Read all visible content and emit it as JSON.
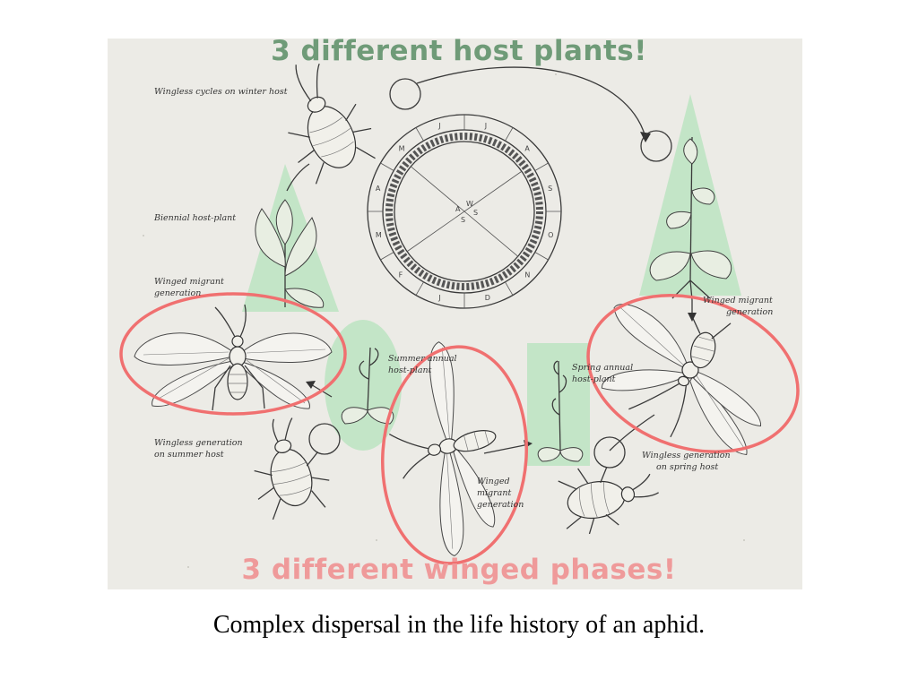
{
  "headline_top": {
    "text": "3 different host plants!",
    "color": "#6f9b78"
  },
  "headline_bottom": {
    "text": "3 different winged phases!",
    "color": "#ef9a9a"
  },
  "caption": "Complex dispersal in the life history of an aphid.",
  "highlight_colors": {
    "plant_overlay": "#b9e3bf",
    "ellipse_outline": "#f07070"
  },
  "labels": {
    "wingless_winter": "Wingless cycles on winter host",
    "biennial_host": "Biennial host-plant",
    "winged_migrant_left_1": "Winged migrant",
    "winged_migrant_left_2": "generation",
    "summer_annual_1": "Summer annual",
    "summer_annual_2": "host-plant",
    "spring_annual_1": "Spring annual",
    "spring_annual_2": "host-plant",
    "winged_migrant_right_1": "Winged migrant",
    "winged_migrant_right_2": "generation",
    "winged_center_1": "Winged",
    "winged_center_2": "migrant",
    "winged_center_3": "generation",
    "wingless_summer_1": "Wingless generation",
    "wingless_summer_2": "on summer host",
    "wingless_spring_1": "Wingless generation",
    "wingless_spring_2": "on spring host"
  },
  "calendar": {
    "months": [
      "J",
      "J",
      "A",
      "S",
      "O",
      "N",
      "D",
      "J",
      "F",
      "M",
      "A",
      "M"
    ],
    "season_letters": [
      "W",
      "S",
      "S",
      "A"
    ]
  }
}
